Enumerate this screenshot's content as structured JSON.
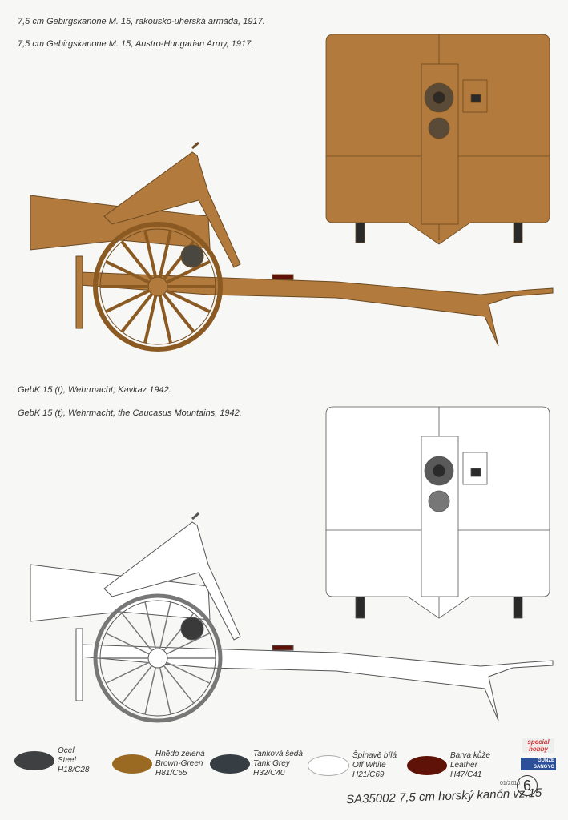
{
  "captions": {
    "version1_cz": "7,5 cm Gebirgskanone M. 15, rakousko-uherská armáda, 1917.",
    "version1_en": "7,5 cm Gebirgskanone M. 15, Austro-Hungarian Army, 1917.",
    "version2_cz": "GebK 15 (t), Wehrmacht, Kavkaz 1942.",
    "version2_en": "GebK 15 (t), Wehrmacht, the Caucasus Mountains, 1942."
  },
  "legend": [
    {
      "cz": "Ocel",
      "en": "Steel",
      "code": "H18/C28",
      "color": "#3f4042"
    },
    {
      "cz": "Hnědo zelená",
      "en": "Brown-Green",
      "code": "H81/C55",
      "color": "#9a6a22"
    },
    {
      "cz": "Tanková šedá",
      "en": "Tank Grey",
      "code": "H32/C40",
      "color": "#363e44"
    },
    {
      "cz": "Špinavě bílá",
      "en": "Off White",
      "code": "H21/C69",
      "color": "#ffffff"
    },
    {
      "cz": "Barva kůže",
      "en": "Leather",
      "code": "H47/C41",
      "color": "#5e1208"
    }
  ],
  "footer": {
    "title": "SA35002 7,5 cm horský kanón vz.15",
    "date": "01/2016",
    "page": "6"
  },
  "logos": {
    "special_hobby": "special hobby",
    "gunze": "GUNZE SANGYO"
  },
  "colors": {
    "camo": "#b27a3c",
    "outline": "#555555"
  }
}
